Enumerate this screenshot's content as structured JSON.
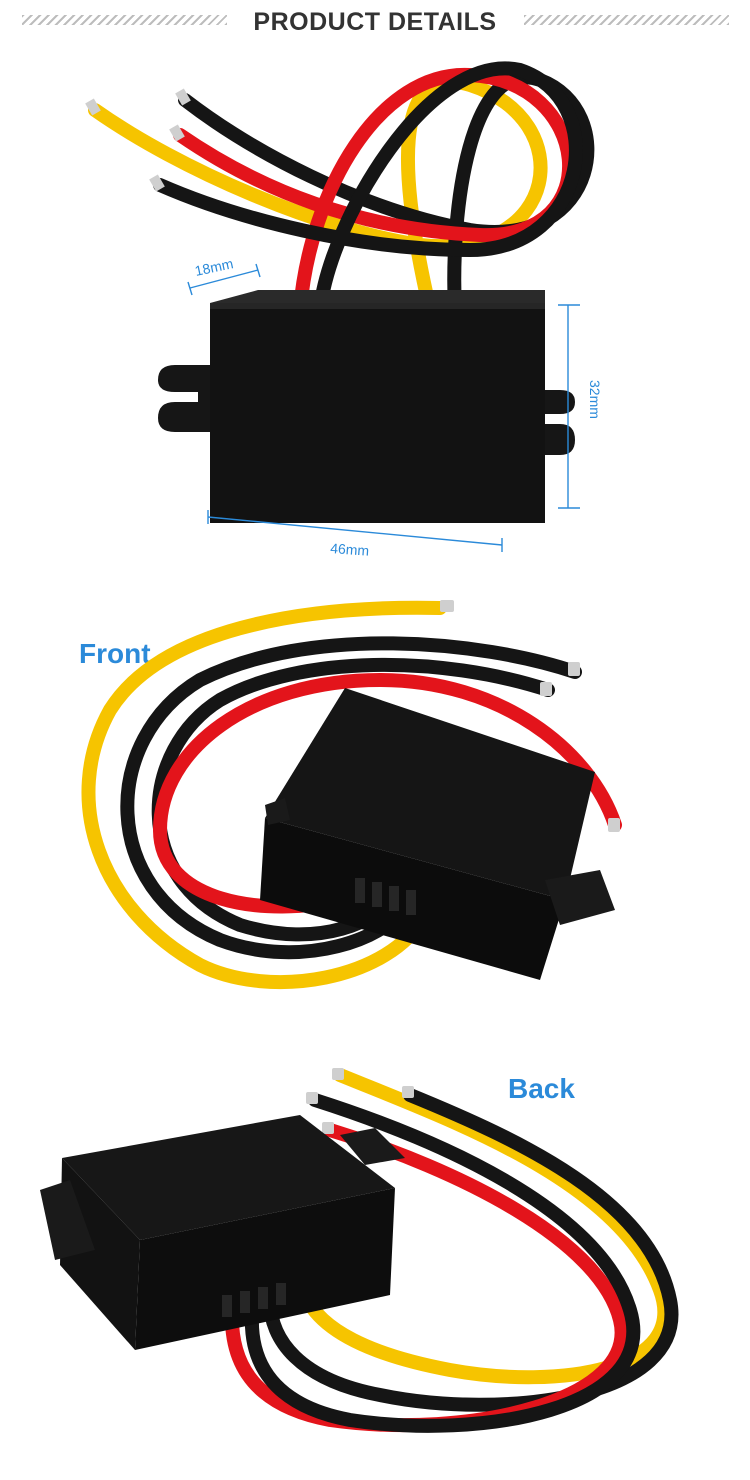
{
  "header": {
    "title": "PRODUCT DETAILS"
  },
  "dimensions": {
    "depth": "18mm",
    "height": "32mm",
    "width": "46mm"
  },
  "views": {
    "front_label": "Front",
    "back_label": "Back"
  },
  "colors": {
    "accent": "#2b8ad9",
    "wire_red": "#e3141b",
    "wire_yellow": "#f6c400",
    "wire_black": "#151515",
    "housing": "#111111"
  }
}
